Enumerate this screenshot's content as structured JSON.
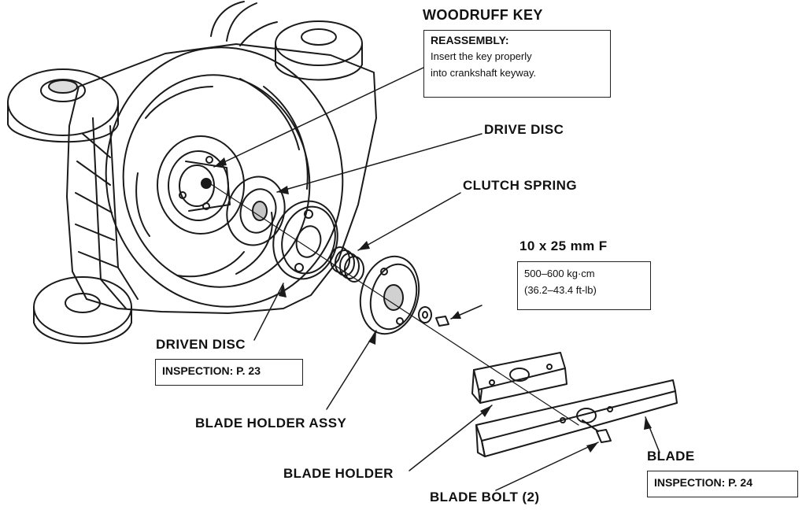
{
  "labels": {
    "woodruff_key": "WOODRUFF KEY",
    "drive_disc": "DRIVE DISC",
    "clutch_spring": "CLUTCH SPRING",
    "bolt_size": "10 x 25 mm F",
    "driven_disc": "DRIVEN DISC",
    "blade_holder_assy": "BLADE HOLDER ASSY",
    "blade_holder": "BLADE HOLDER",
    "blade_bolt": "BLADE BOLT (2)",
    "blade": "BLADE"
  },
  "notes": {
    "reassembly": {
      "title": "REASSEMBLY:",
      "line1": "Insert the key properly",
      "line2": "into crankshaft keyway."
    },
    "torque": {
      "line1": "500–600 kg·cm",
      "line2": "(36.2–43.4 ft-lb)"
    },
    "driven_disc_inspection": "INSPECTION: P. 23",
    "blade_inspection": "INSPECTION: P. 24"
  }
}
